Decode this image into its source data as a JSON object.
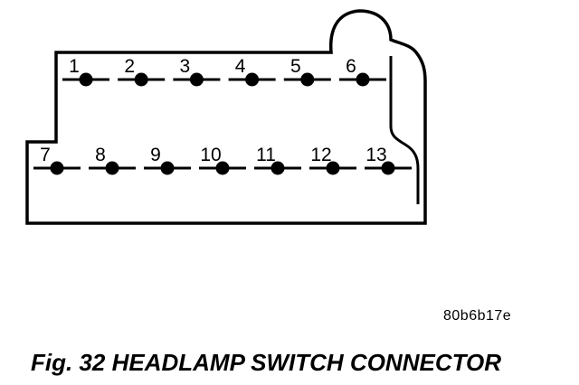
{
  "diagram": {
    "figure_code": "80b6b17e",
    "caption": "Fig. 32 HEADLAMP SWITCH CONNECTOR",
    "colors": {
      "stroke": "#000000",
      "background": "#ffffff"
    },
    "pins": {
      "top_row": [
        {
          "label": "1"
        },
        {
          "label": "2"
        },
        {
          "label": "3"
        },
        {
          "label": "4"
        },
        {
          "label": "5"
        },
        {
          "label": "6"
        }
      ],
      "bottom_row": [
        {
          "label": "7"
        },
        {
          "label": "8"
        },
        {
          "label": "9"
        },
        {
          "label": "10"
        },
        {
          "label": "11"
        },
        {
          "label": "12"
        },
        {
          "label": "13"
        }
      ]
    }
  }
}
